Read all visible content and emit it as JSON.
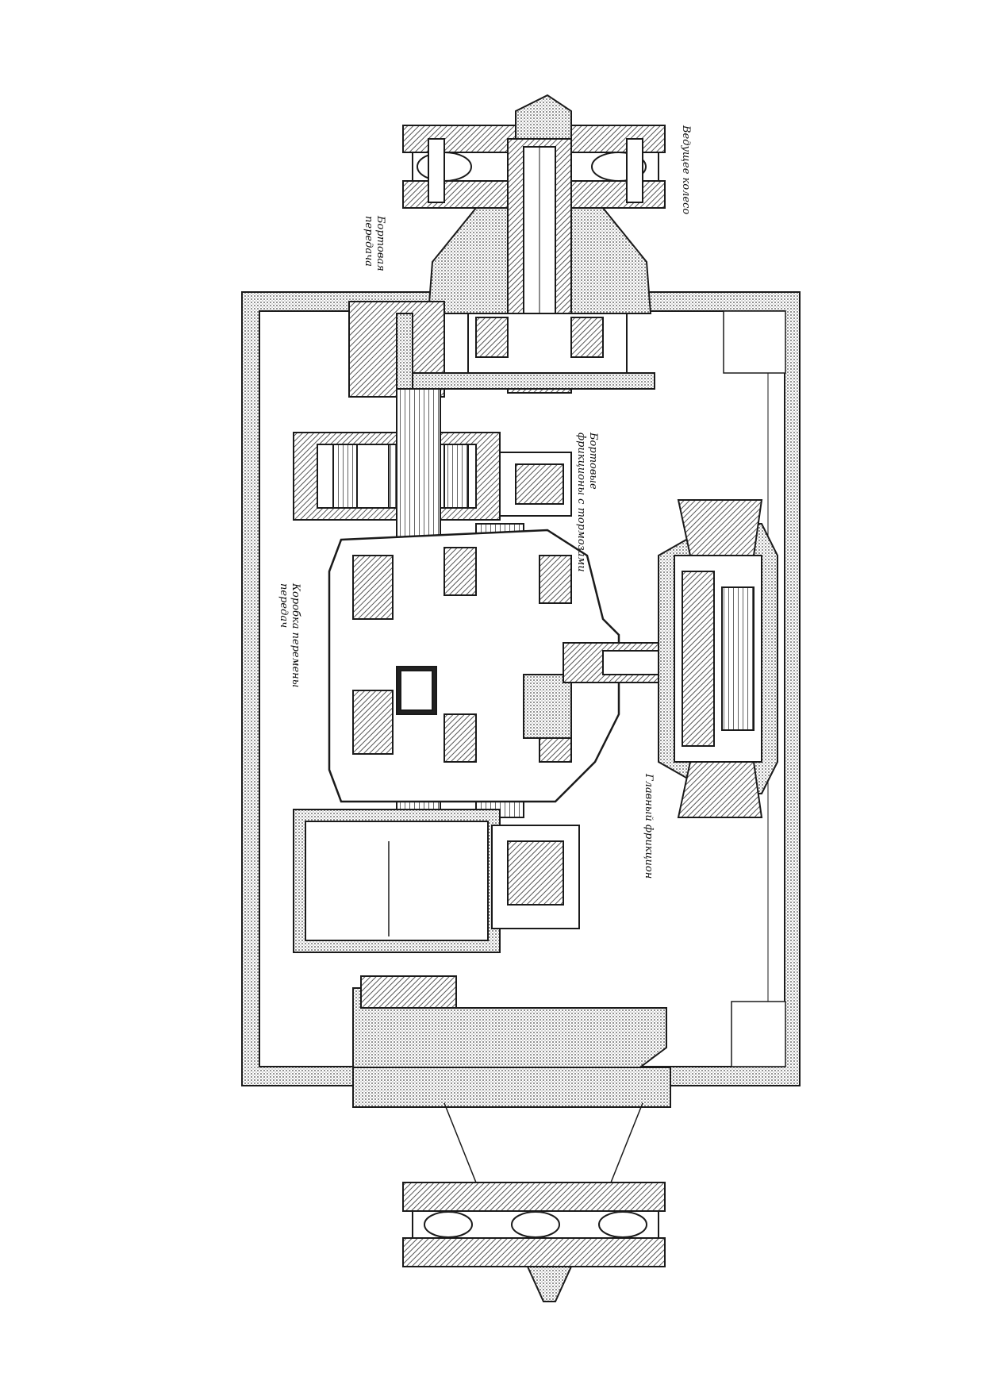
{
  "labels": {
    "drive_wheel": "Ведущее колесо",
    "bevel_gear_line1": "Бортовая",
    "bevel_gear_line2": "передача",
    "brake_line1": "Бортовые",
    "brake_line2": "фрикционы с тормозами",
    "gearbox_line1": "Коробка перемены",
    "gearbox_line2": "передач",
    "main_clutch": "Главный фрикцион"
  },
  "colors": {
    "ink": "#1a1a1a",
    "hatch": "#555555",
    "paper": "#ffffff"
  }
}
